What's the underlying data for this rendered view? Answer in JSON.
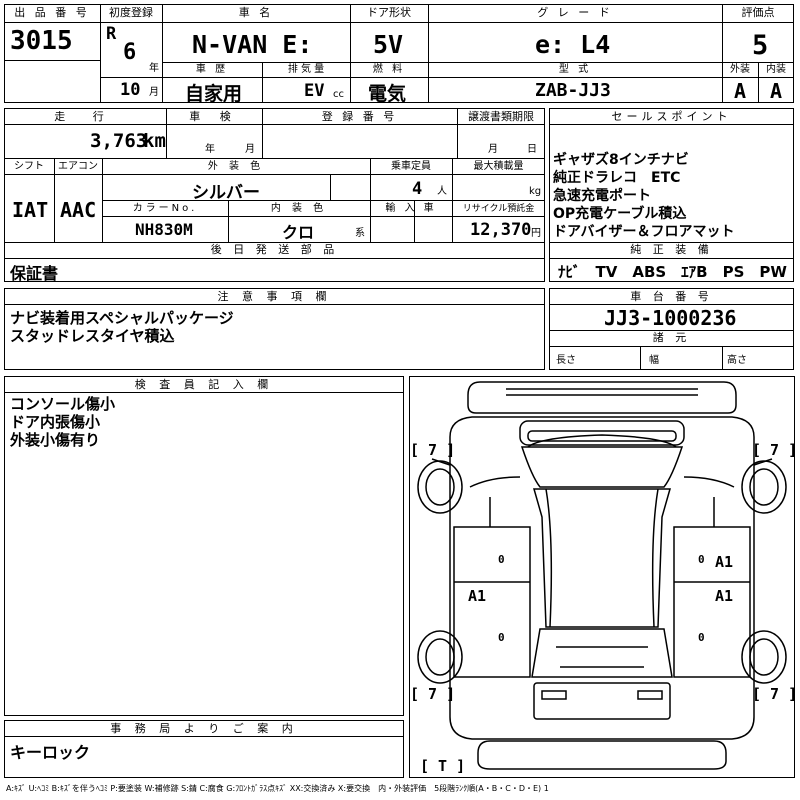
{
  "header": {
    "lot_label": "出 品 番 号",
    "lot_number": "3015",
    "first_reg_label": "初度登録",
    "era": "R",
    "reg_year": "6",
    "year_unit": "年",
    "reg_month": "10",
    "month_unit": "月",
    "name_label": "車 名",
    "car_name": "N-VAN E:",
    "door_label": "ドア形状",
    "doors": "5V",
    "grade_label": "グ レ ー ド",
    "grade": "e: L4",
    "score_label": "評価点",
    "score": "5",
    "history_label": "車 歴",
    "history": "自家用",
    "displacement_label": "排 気 量",
    "displacement": "EV",
    "cc_unit": "cc",
    "fuel_label": "燃 料",
    "fuel": "電気",
    "model_label": "型 式",
    "model_code": "ZAB-JJ3",
    "exterior_label": "外装",
    "exterior_grade": "A",
    "interior_label": "内装",
    "interior_grade": "A"
  },
  "mid": {
    "mileage_label": "走 行",
    "mileage": "3,763",
    "km_unit": "km",
    "inspection_label": "車 検",
    "year_unit": "年",
    "month_unit": "月",
    "plate_label": "登 録 番 号",
    "transfer_label": "譲渡書類期限",
    "transfer_month": "月",
    "transfer_day": "日",
    "shift_label": "シフト",
    "shift": "IAT",
    "ac_label": "エアコン",
    "ac": "AAC",
    "ext_color_label": "外 装 色",
    "ext_color": "シルバー",
    "capacity_label": "乗車定員",
    "capacity": "4",
    "capacity_unit": "人",
    "load_label": "最大積載量",
    "load_unit": "kg",
    "color_no_label": "カラーNo.",
    "color_no": "NH830M",
    "int_color_label": "内 装 色",
    "int_color": "クロ",
    "int_color_unit": "系",
    "import_label": "輸 入 車",
    "recycle_label": "リサイクル預託金",
    "recycle": "12,370",
    "recycle_unit": "円",
    "later_parts_label": "後 日 発 送 部 品",
    "later_parts": "保証書"
  },
  "sales_points": {
    "label": "セールスポイント",
    "items": [
      "ギャザズ8インチナビ",
      "純正ドラレコ　ETC",
      "急速充電ポート",
      "OP充電ケーブル積込",
      "ドアバイザー＆フロアマット"
    ]
  },
  "equipment": {
    "label": "純 正 装 備",
    "items": "ﾅﾋﾞ　TV　ABS　ｴｱB　PS　PW"
  },
  "notes": {
    "label": "注 意 事 項 欄",
    "lines": "ナビ装着用スペシャルパッケージ\nスタッドレスタイヤ積込"
  },
  "chassis": {
    "label": "車 台 番 号",
    "number": "JJ3-1000236",
    "dims_label": "諸 元",
    "length_label": "長さ",
    "width_label": "幅",
    "height_label": "高さ"
  },
  "inspector": {
    "label": "検 査 員 記 入 欄",
    "lines": "コンソール傷小\nドア内張傷小\n外装小傷有り"
  },
  "office": {
    "label": "事 務 局 よ り ご 案 内",
    "text": "キーロック"
  },
  "diagram": {
    "tire_marks": [
      "[ 7 ]",
      "[ 7 ]",
      "[ 7 ]",
      "[ 7 ]"
    ],
    "spare_mark": "[ T ]",
    "damage_marks": [
      "A1",
      "A1",
      "A1"
    ],
    "small_marks": [
      "0",
      "0",
      "0",
      "0"
    ]
  },
  "legend": "A:ｷｽﾞ U:ﾍｺﾐ B:ｷｽﾞを伴うﾍｺﾐ P:要塗装 W:補修跡 S:錆 C:腐食 G:ﾌﾛﾝﾄｶﾞﾗｽ点ｷｽﾞ XX:交換済み X:要交換　内・外装評価　5段階ﾗﾝｸ順(A・B・C・D・E) 1"
}
